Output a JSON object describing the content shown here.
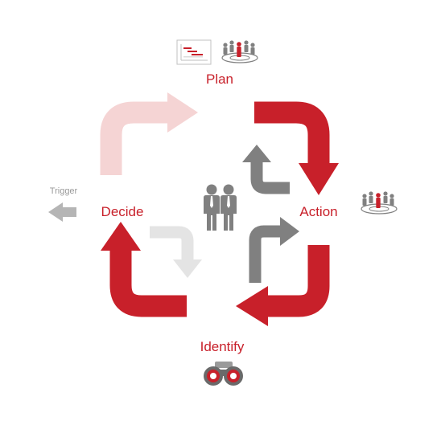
{
  "labels": {
    "plan": "Plan",
    "action": "Action",
    "identify": "Identify",
    "decide": "Decide",
    "trigger": "Trigger"
  },
  "colors": {
    "red": "#c8202a",
    "pink": "#f5d4d4",
    "dark_grey": "#808080",
    "light_grey": "#e4e4e4",
    "label_grey": "#9a9a9a"
  },
  "icons": {
    "plan": [
      "gantt-chart-icon",
      "team-meeting-icon"
    ],
    "action": [
      "team-meeting-icon"
    ],
    "identify": [
      "binoculars-icon"
    ],
    "center": [
      "two-people-icon"
    ],
    "trigger": [
      "left-arrow-icon"
    ]
  }
}
